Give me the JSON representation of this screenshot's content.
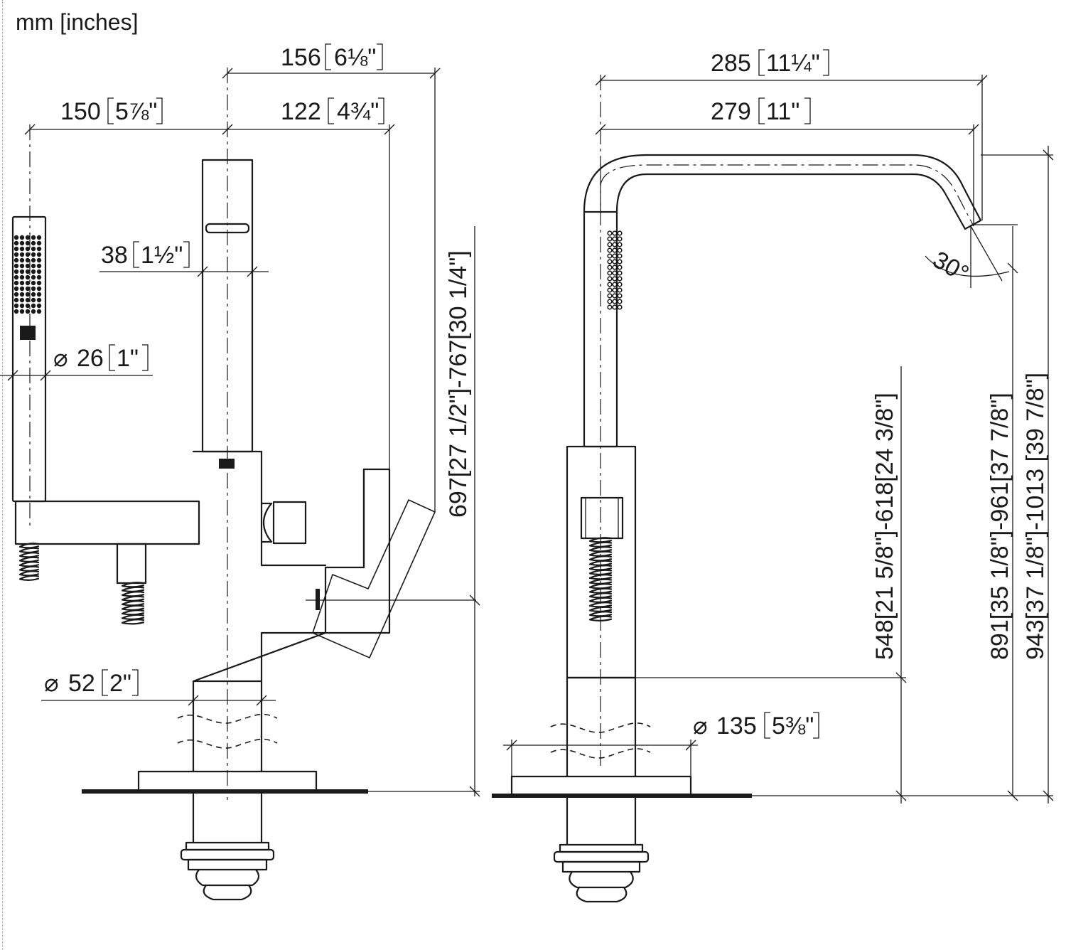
{
  "units_label": "mm [inches]",
  "left_view": {
    "dim_156": {
      "mm": "156",
      "inch": "6⅛\""
    },
    "dim_150": {
      "mm": "150",
      "inch": "5⅞\""
    },
    "dim_122": {
      "mm": "122",
      "inch": "4¾\""
    },
    "dim_38": {
      "mm": "38",
      "inch": "1½\""
    },
    "dim_26": {
      "symbol": "⌀",
      "mm": "26",
      "inch": "1\""
    },
    "dim_52": {
      "symbol": "⌀",
      "mm": "52",
      "inch": "2\""
    },
    "dim_height": "697[27 1/2\"]-767[30 1/4\"]"
  },
  "right_view": {
    "dim_285": {
      "mm": "285",
      "inch": "11¼\""
    },
    "dim_279": {
      "mm": "279",
      "inch": "11\""
    },
    "angle": "30°",
    "dim_135": {
      "symbol": "⌀",
      "mm": "135",
      "inch": "5⅜\""
    },
    "dim_548": "548[21 5/8\"]-618[24 3/8\"]",
    "dim_891": "891[35 1/8\"]-961[37 7/8\"]",
    "dim_943": "943[37 1/8\"]-1013 [39 7/8\"]"
  }
}
